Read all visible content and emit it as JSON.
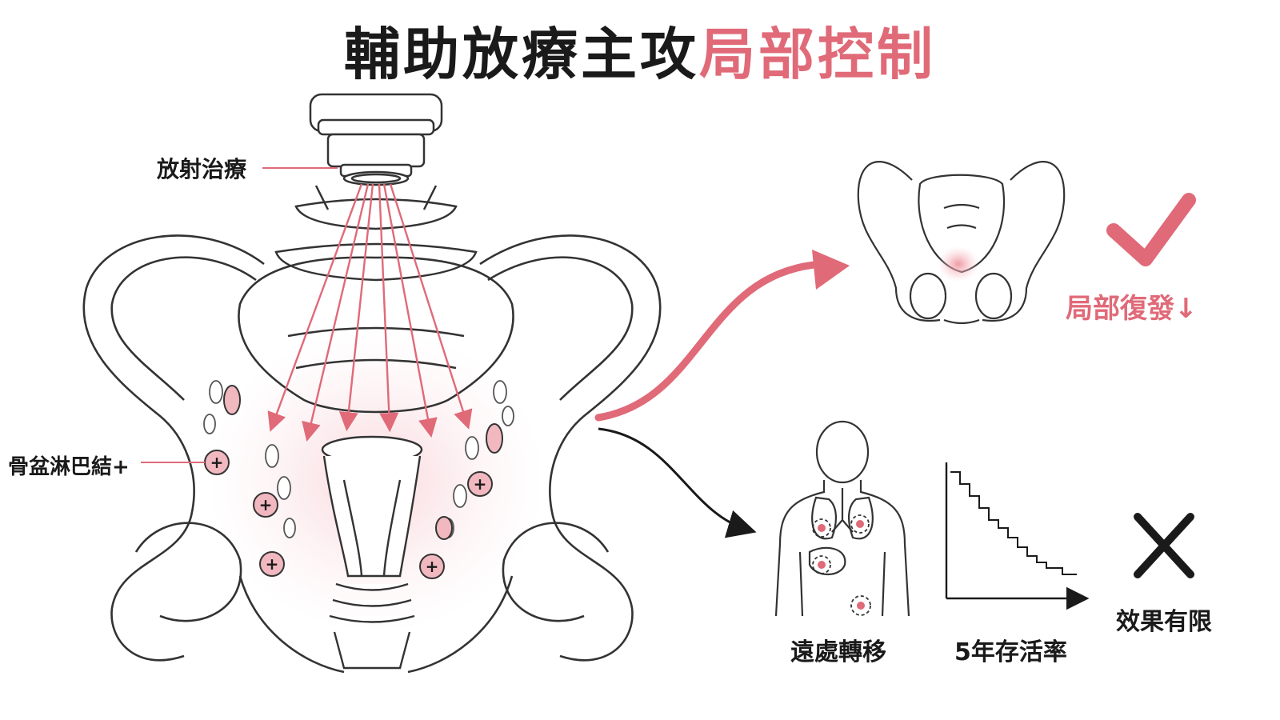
{
  "title": {
    "main": "輔助放療主攻",
    "highlight": "局部控制"
  },
  "labels": {
    "radiotherapy": "放射治療",
    "pelvic_nodes": "骨盆淋巴結+",
    "local_recurrence": "局部復發↓",
    "distant_metastasis": "遠處轉移",
    "five_year_survival": "5年存活率",
    "limited_effect": "效果有限"
  },
  "node_marks": [
    "+",
    "+",
    "+",
    "+",
    "+"
  ],
  "colors": {
    "accent": "#e06a78",
    "accent_fill": "#f2b8bf",
    "line": "#333333",
    "text": "#1a1a1a"
  },
  "icons": [
    "radiation-machine-icon",
    "pelvis-icon",
    "checkmark-icon",
    "human-body-icon",
    "survival-curve-icon",
    "cross-icon"
  ]
}
